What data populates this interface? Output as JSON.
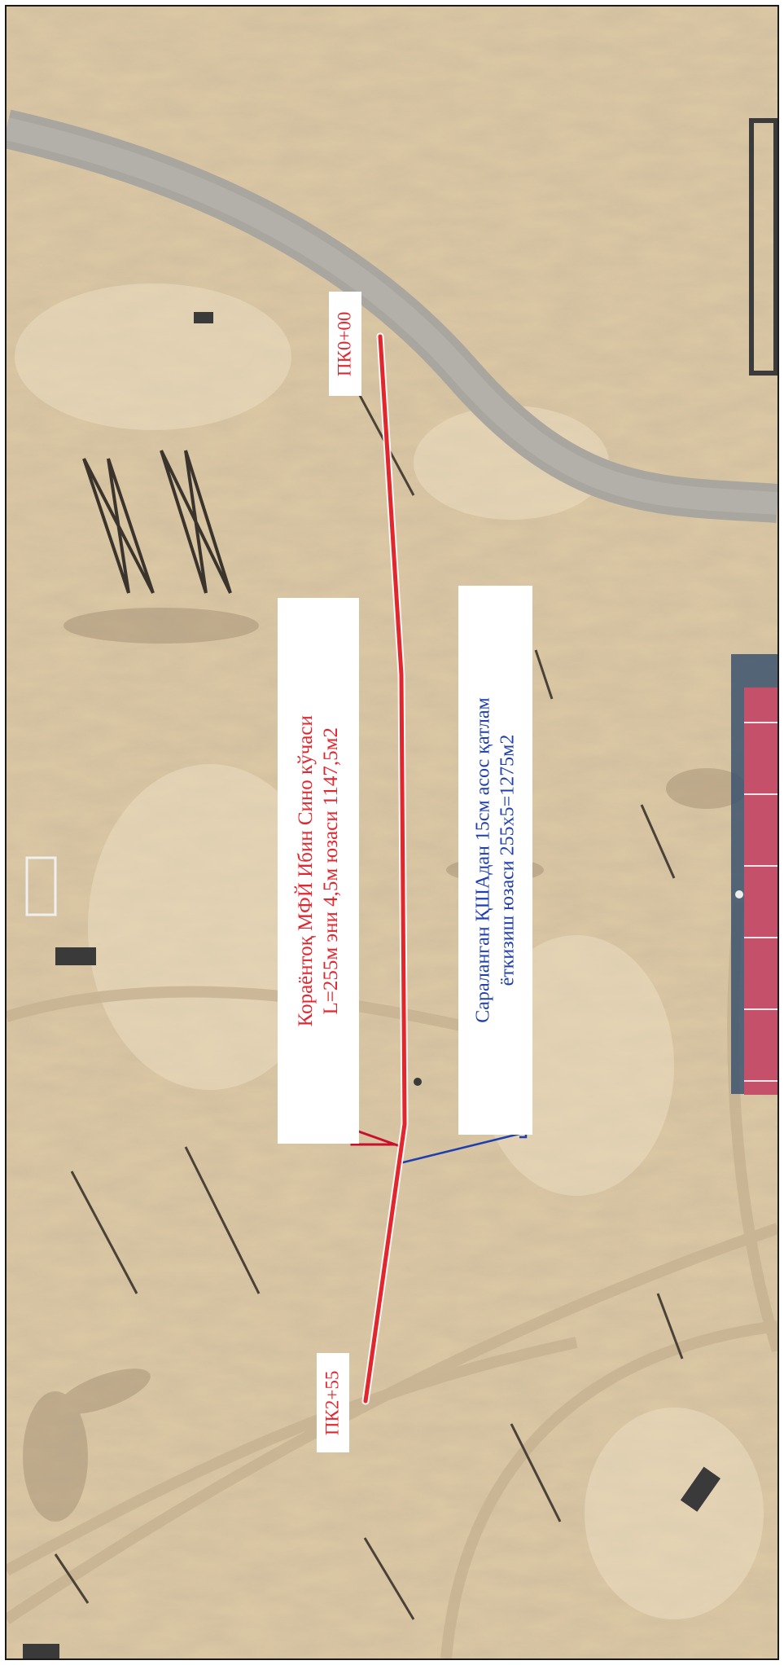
{
  "map": {
    "colors": {
      "route": "#e1262e",
      "leader_red": "#c8102e",
      "leader_blue": "#1f3fb0",
      "sand": "#ddc9a4",
      "road": "#a8a69e",
      "roof": "#c4506a"
    },
    "labels": {
      "pk_start": "ПК0+00",
      "pk_end": "ПК2+55",
      "red_note_line1": "Кораёнтоқ МФЙ Ибин Сино кўчаси",
      "red_note_line2": "L=255м эни 4,5м юзаси 1147,5м2",
      "blue_note_line1": "Сараланган ҚШАдан 15см асос қатлам",
      "blue_note_line2": "ёткизиш юзаси 255х5=1275м2"
    }
  }
}
